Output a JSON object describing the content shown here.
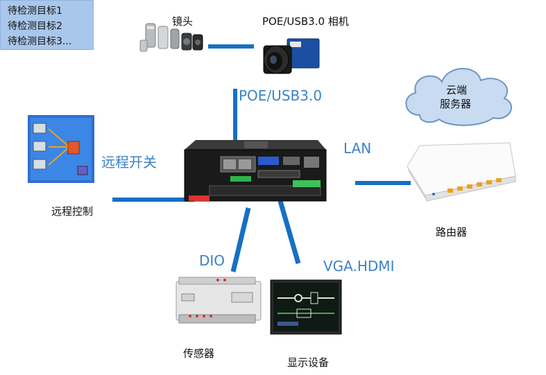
{
  "targets": [
    "待检测目标1",
    "待检测目标2",
    "待检测目标3..."
  ],
  "labels": {
    "lens": "镜头",
    "camera": "POE/USB3.0 相机",
    "cloud": "云端\n服务器",
    "cloud_line1": "云端",
    "cloud_line2": "服务器",
    "remote_control": "远程控制",
    "router": "路由器",
    "sensor": "传感器",
    "display": "显示设备"
  },
  "interfaces": {
    "poe": "POE/USB3.0",
    "remote_switch": "远程开关",
    "lan": "LAN",
    "dio": "DIO",
    "vga": "VGA.HDMI"
  },
  "colors": {
    "line": "#1670c4",
    "label_blue": "#3b82c8",
    "target_box": "#a9c7ea",
    "cloud": "#c8dbf0"
  }
}
